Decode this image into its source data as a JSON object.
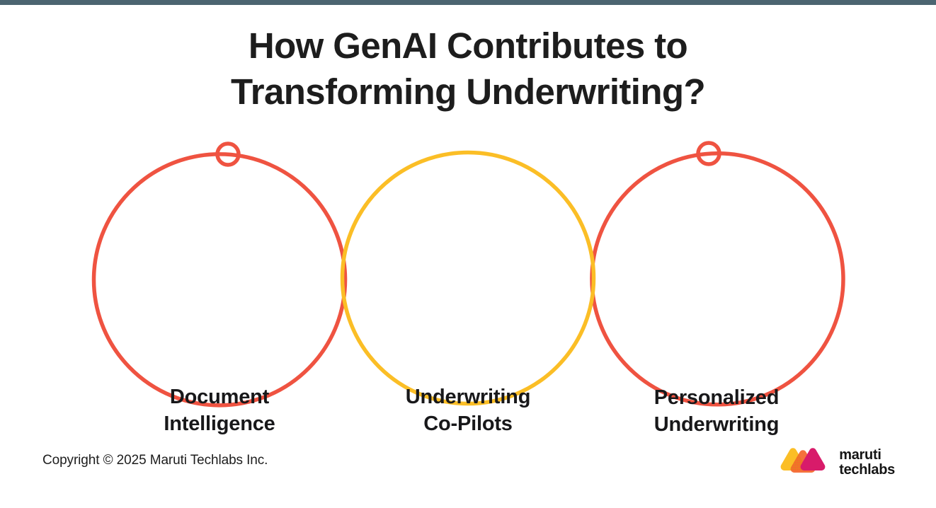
{
  "slide": {
    "background_color": "#ffffff",
    "top_bar_color": "#4c6571"
  },
  "title": {
    "line1": "How GenAI Contributes to",
    "line2": "Transforming Underwriting?",
    "color": "#1d1d1d"
  },
  "diagram": {
    "type": "three-overlapping-circles",
    "colors": {
      "red": "#EF5341",
      "yellow": "#FBBE26"
    },
    "circles": [
      {
        "id": "document-intelligence",
        "label_line1": "Document",
        "label_line2": "Intelligence",
        "color": "#EF5341",
        "marker": "ring-top-right"
      },
      {
        "id": "underwriting-co-pilots",
        "label_line1": "Underwriting",
        "label_line2": "Co-Pilots",
        "color": "#FBBE26",
        "marker": "none"
      },
      {
        "id": "personalized-underwriting",
        "label_line1": "Personalized",
        "label_line2": "Underwriting",
        "color": "#EF5341",
        "marker": "ring-top-left"
      }
    ]
  },
  "footer": {
    "copyright": "Copyright © 2025 Maruti Techlabs Inc.",
    "logo": {
      "word_line1": "maruti",
      "word_line2": "techlabs",
      "mark_colors": [
        "#FBBE26",
        "#F4652B",
        "#D81B6A"
      ]
    }
  }
}
